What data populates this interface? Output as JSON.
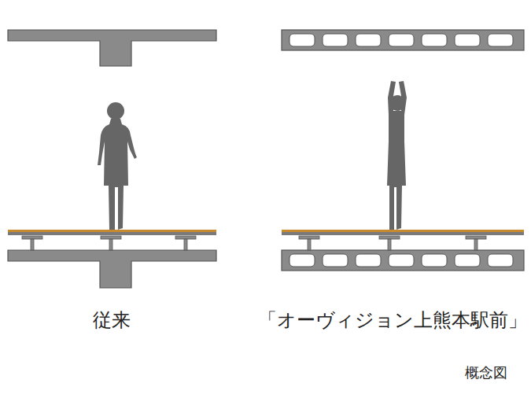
{
  "diagram": {
    "labels": [
      "従来",
      "「オーヴィジョン上熊本駅前」",
      "概念図"
    ]
  }
}
